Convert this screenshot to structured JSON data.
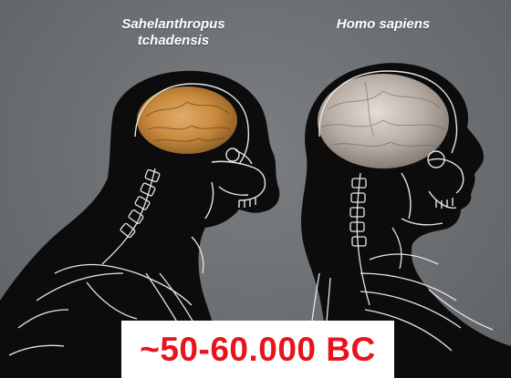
{
  "species": {
    "left": {
      "line1": "Sahelanthropus",
      "line2": "tchadensis"
    },
    "right": {
      "name": "Homo sapiens"
    }
  },
  "caption": {
    "text": "~50-60.000 BC"
  },
  "colors": {
    "background": "#6d7073",
    "silhouette": "#0c0c0c",
    "bone_outline": "#e6e6e6",
    "brain_left": "#c98a3e",
    "brain_right": "#b8aea5",
    "caption_text": "#e8141c",
    "caption_box": "#ffffff"
  }
}
